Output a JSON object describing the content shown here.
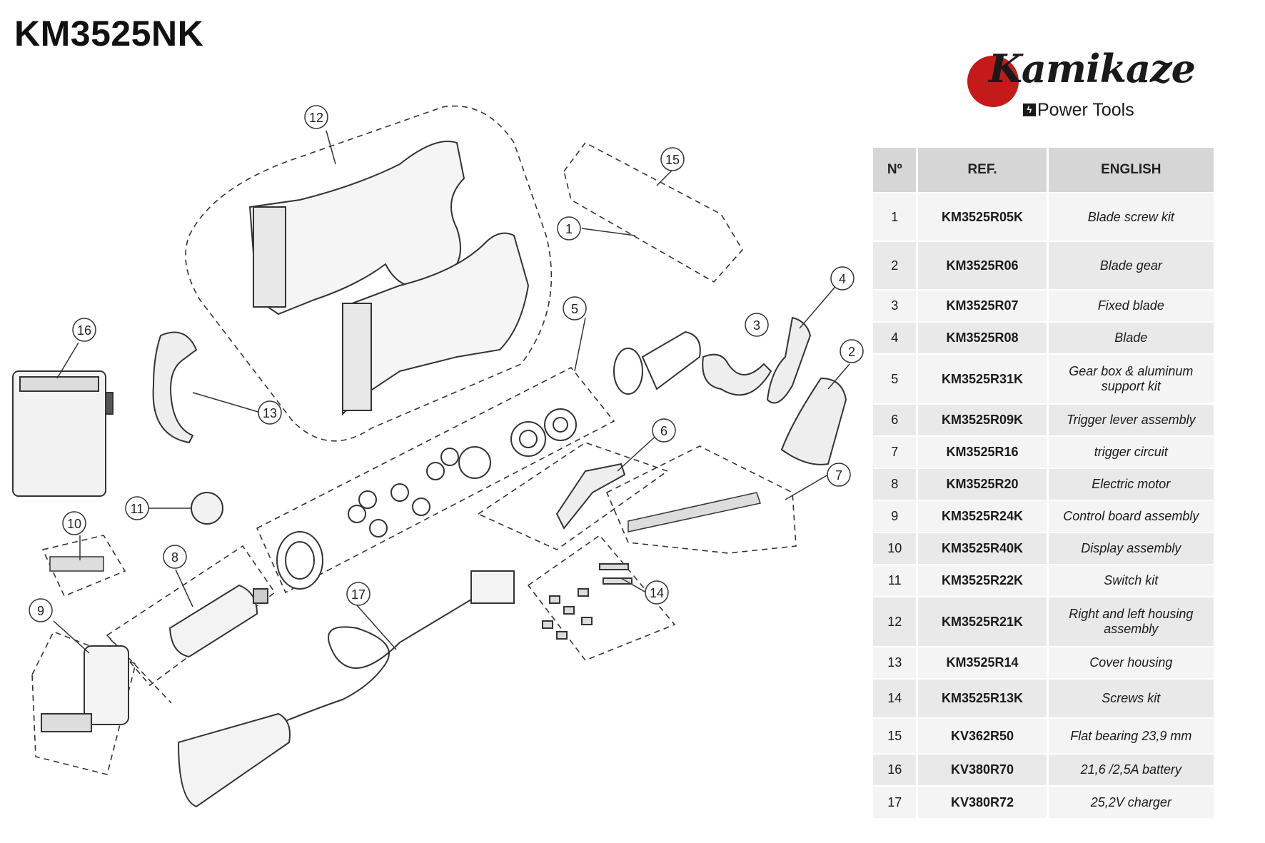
{
  "title": "KM3525NK",
  "logo": {
    "brand": "Kamikaze",
    "tagline": "Power Tools",
    "accent": "#c41a1a"
  },
  "table": {
    "headers": [
      "Nº",
      "REF.",
      "ENGLISH"
    ],
    "rows": [
      {
        "num": "1",
        "ref": "KM3525R05K",
        "desc": "Blade screw kit"
      },
      {
        "num": "2",
        "ref": "KM3525R06",
        "desc": "Blade gear"
      },
      {
        "num": "3",
        "ref": "KM3525R07",
        "desc": "Fixed blade"
      },
      {
        "num": "4",
        "ref": "KM3525R08",
        "desc": "Blade"
      },
      {
        "num": "5",
        "ref": "KM3525R31K",
        "desc": "Gear box & aluminum support kit"
      },
      {
        "num": "6",
        "ref": "KM3525R09K",
        "desc": "Trigger lever assembly"
      },
      {
        "num": "7",
        "ref": "KM3525R16",
        "desc": "trigger circuit"
      },
      {
        "num": "8",
        "ref": "KM3525R20",
        "desc": "Electric motor"
      },
      {
        "num": "9",
        "ref": "KM3525R24K",
        "desc": "Control board assembly"
      },
      {
        "num": "10",
        "ref": "KM3525R40K",
        "desc": "Display assembly"
      },
      {
        "num": "11",
        "ref": "KM3525R22K",
        "desc": "Switch kit"
      },
      {
        "num": "12",
        "ref": "KM3525R21K",
        "desc": "Right and left housing assembly"
      },
      {
        "num": "13",
        "ref": "KM3525R14",
        "desc": "Cover housing"
      },
      {
        "num": "14",
        "ref": "KM3525R13K",
        "desc": "Screws kit"
      },
      {
        "num": "15",
        "ref": "KV362R50",
        "desc": "Flat bearing 23,9 mm"
      },
      {
        "num": "16",
        "ref": "KV380R70",
        "desc": "21,6 /2,5A battery"
      },
      {
        "num": "17",
        "ref": "KV380R72",
        "desc": "25,2V charger"
      }
    ]
  },
  "callouts": [
    "1",
    "2",
    "3",
    "4",
    "5",
    "6",
    "7",
    "8",
    "9",
    "10",
    "11",
    "12",
    "13",
    "14",
    "15",
    "16",
    "17"
  ]
}
